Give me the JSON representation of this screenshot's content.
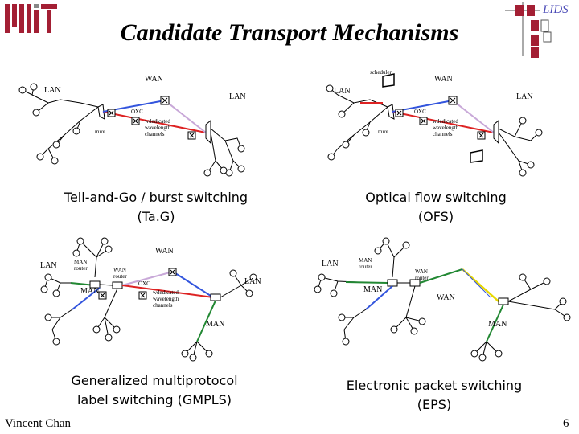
{
  "title": "Candidate Transport Mechanisms",
  "logo_right": "LIDS",
  "footer": {
    "author": "Vincent Chan",
    "page": "6"
  },
  "colors": {
    "mit_red": "#a31f34",
    "lids_blue": "#4b4bb7",
    "link_red": "#dd2222",
    "link_blue": "#3355dd",
    "link_green": "#228833",
    "link_yellow": "#e8d800"
  },
  "panels": {
    "tag": {
      "caption": "Tell-and-Go / burst switching\n(Ta.G)",
      "labels": {
        "wan": "WAN",
        "lan_left": "LAN",
        "lan_right": "LAN",
        "oxc": "OXC",
        "mux": "mux",
        "channels": "wdedicated\nwavelength\nchannels"
      }
    },
    "ofs": {
      "caption": "Optical flow switching\n(OFS)",
      "labels": {
        "scheduler": "scheduler",
        "wan": "WAN",
        "lan_left": "LAN",
        "lan_right": "LAN",
        "oxc": "OXC",
        "mux": "mux",
        "channels": "wdedicated\nwavelength\nchannels"
      }
    },
    "gmpls": {
      "caption": "Generalized multiprotocol\nlabel switching (GMPLS)",
      "labels": {
        "wan": "WAN",
        "lan_left": "LAN",
        "lan_right": "LAN",
        "man_router": "MAN\nrouter",
        "wan_router": "WAN\nrouter",
        "man_left": "MAN",
        "man_bottom": "MAN",
        "oxc": "OXC",
        "channels": "wdedicated\nwavelength\nchannels"
      }
    },
    "eps": {
      "caption": "Electronic packet switching\n(EPS)",
      "labels": {
        "lan": "LAN",
        "man_router": "MAN\nrouter",
        "wan_router": "WAN\nrouter",
        "man_left": "MAN",
        "wan": "WAN",
        "man_bottom": "MAN"
      }
    }
  }
}
